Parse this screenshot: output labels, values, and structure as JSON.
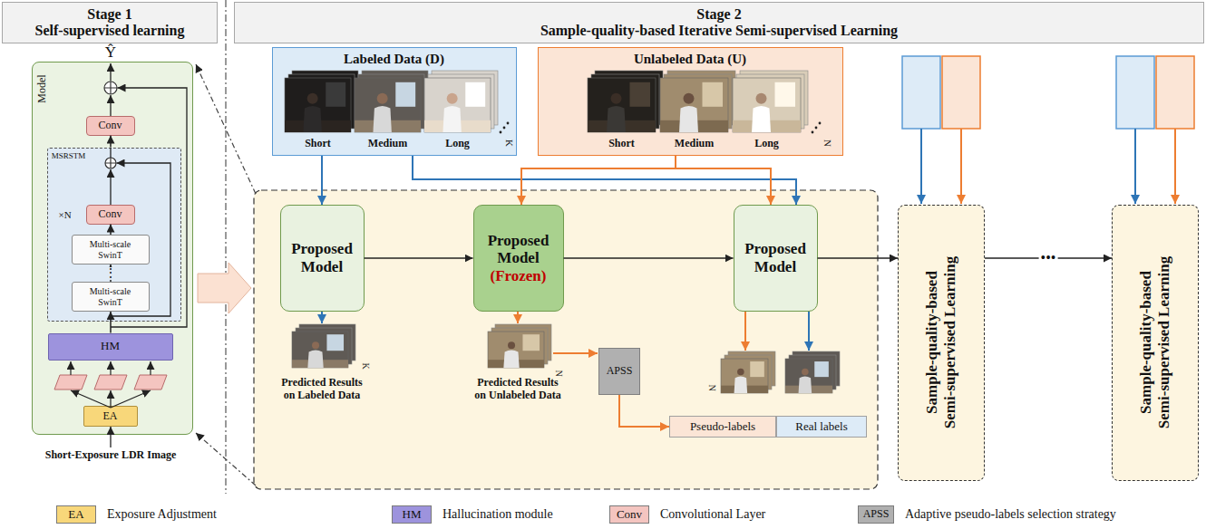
{
  "diagram": {
    "nodes": [
      {
        "text": [
          "Stage 1",
          "Self-supervised learning"
        ]
      },
      {
        "text": [
          "Stage 2",
          "Sample-quality-based Iterative Semi-supervised Learning"
        ]
      },
      {
        "text": [
          "Model"
        ]
      },
      {
        "text": [
          "Conv"
        ],
        "in": 2
      },
      {
        "text": [
          "MSRSTM",
          "×N"
        ],
        "in": 2
      },
      {
        "text": [
          "Conv"
        ],
        "in": 4
      },
      {
        "text": [
          "Multi-scale SwinT"
        ],
        "in": 4
      },
      {
        "text": [
          "Multi-scale SwinT"
        ],
        "in": 4
      },
      {
        "text": [
          "HM"
        ],
        "in": 2
      },
      {
        "text": [
          "EA"
        ],
        "in": 2
      },
      {
        "text": [
          "Labeled Data (D)"
        ]
      },
      {
        "text": [
          "Unlabeled Data (U)"
        ]
      },
      {
        "text": [
          "Proposed Model"
        ]
      },
      {
        "text": [
          "Proposed Model",
          "(Frozen)"
        ]
      },
      {
        "text": [
          "Proposed Model"
        ]
      },
      {
        "text": [
          "APSS"
        ]
      },
      {
        "text": [
          "Pseudo-labels"
        ]
      },
      {
        "text": [
          "Real labels"
        ]
      },
      {
        "text": [
          "Sample-quality-based Semi-supervised Learning"
        ]
      },
      {
        "text": [
          "Sample-quality-based Semi-supervised Learning"
        ]
      }
    ],
    "edges": [
      {
        "from": 8,
        "to": 7,
        "arrow": "to"
      },
      {
        "from": 7,
        "to": 6,
        "label": "⋮",
        "arrow": "to"
      },
      {
        "from": 6,
        "to": 5,
        "arrow": "to"
      },
      {
        "from": 4,
        "to": 3,
        "arrow": "to"
      },
      {
        "from": 10,
        "to": 12,
        "arrow": "to"
      },
      {
        "from": 10,
        "to": 14,
        "arrow": "to"
      },
      {
        "from": 11,
        "to": 13,
        "arrow": "to"
      },
      {
        "from": 11,
        "to": 14,
        "arrow": "to"
      },
      {
        "from": 12,
        "to": 13,
        "arrow": "to"
      },
      {
        "from": 13,
        "to": 14,
        "arrow": "to"
      },
      {
        "from": 14,
        "to": 18,
        "arrow": "to"
      },
      {
        "from": 18,
        "to": 19,
        "label": "•••",
        "arrow": "to"
      },
      {
        "from": 15,
        "to": 16,
        "arrow": "to"
      }
    ],
    "labels": [
      "Ŷ",
      "Short-Exposure LDR Image",
      "Short",
      "Medium",
      "Long",
      "K",
      "Short",
      "Medium",
      "Long",
      "N",
      "Predicted Results on Labeled Data",
      "K",
      "Predicted Results on Unlabeled Data",
      "N",
      "N",
      "EA",
      "HM",
      "Conv",
      "APSS"
    ],
    "legend": [
      {
        "text": "Exposure Adjustment",
        "color": "#f8d77a"
      },
      {
        "text": "Hallucination module",
        "color": "#9d93dd"
      },
      {
        "text": "Convolutional Layer",
        "color": "#f4c5c0"
      },
      {
        "text": "Adaptive pseudo-labels selection strategy",
        "color": "#b0b0b0"
      }
    ]
  }
}
